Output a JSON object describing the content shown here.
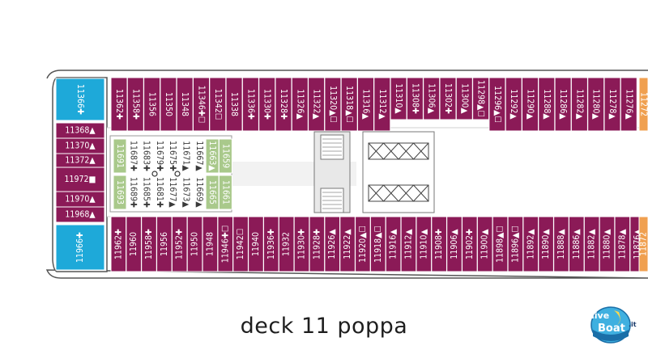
{
  "title": "deck 11 poppa",
  "colors": {
    "cabin": "#8b1a57",
    "suite_blue": "#1ea9d9",
    "inner_green": "#a9c98b",
    "edge_orange": "#f0a050",
    "corridor": "#e6e6e6",
    "outline": "#555555"
  },
  "top_row": [
    "11362✚",
    "11358✚",
    "11356",
    "11350",
    "11348",
    "11346✚☐",
    "11342☐",
    "11338",
    "11336✚",
    "11330✚",
    "11328✚",
    "11326▲",
    "11322▲",
    "11320▲☐",
    "11318▲☐",
    "11316▲",
    "11312▲",
    "11310▲",
    "11308✚",
    "11306▲",
    "11302✚",
    "11300▲",
    "11298▲☐",
    "11296▲☐",
    "11292▲",
    "11290▲",
    "11288▲",
    "11286▲",
    "11282▲",
    "11280▲",
    "11278▲",
    "11276▲"
  ],
  "bottom_row": [
    "11962✚",
    "11960",
    "11958✚",
    "11956",
    "11952✚",
    "11950",
    "11948",
    "11946✚☐",
    "11942☐",
    "11940",
    "11936✚",
    "11932",
    "11930✚",
    "11928✚",
    "11926▲",
    "11922▲",
    "11920▲☐",
    "11918▲☐",
    "11916▲",
    "11912▲",
    "11910▲",
    "11908✚",
    "11906▲",
    "11902✚",
    "11900▲",
    "11898▲☐",
    "11896▲☐",
    "11892▲",
    "11890▲",
    "11888▲",
    "11886▲",
    "11882▲",
    "11880▲",
    "11878▲",
    "11876▲"
  ],
  "stern_column": [
    "11368▲",
    "11370▲",
    "11372▲",
    "11972■",
    "11970▲",
    "11968▲"
  ],
  "stern_suites": [
    "11366✚",
    "11966✚"
  ],
  "inner_top": [
    "11691",
    "11687✚",
    "11683✚",
    "11679✚",
    "11675✚",
    "11671▲",
    "11667▲",
    "11663▲",
    "11659"
  ],
  "inner_bottom": [
    "11693",
    "11689✚",
    "11685✚",
    "11681✚",
    "11677▲",
    "11673▲",
    "11669▲",
    "11665",
    "11661"
  ],
  "edge_right": [
    "11272",
    "11872"
  ],
  "logo": {
    "line1": "live",
    "line2": "Boat",
    "suffix": ".it"
  }
}
